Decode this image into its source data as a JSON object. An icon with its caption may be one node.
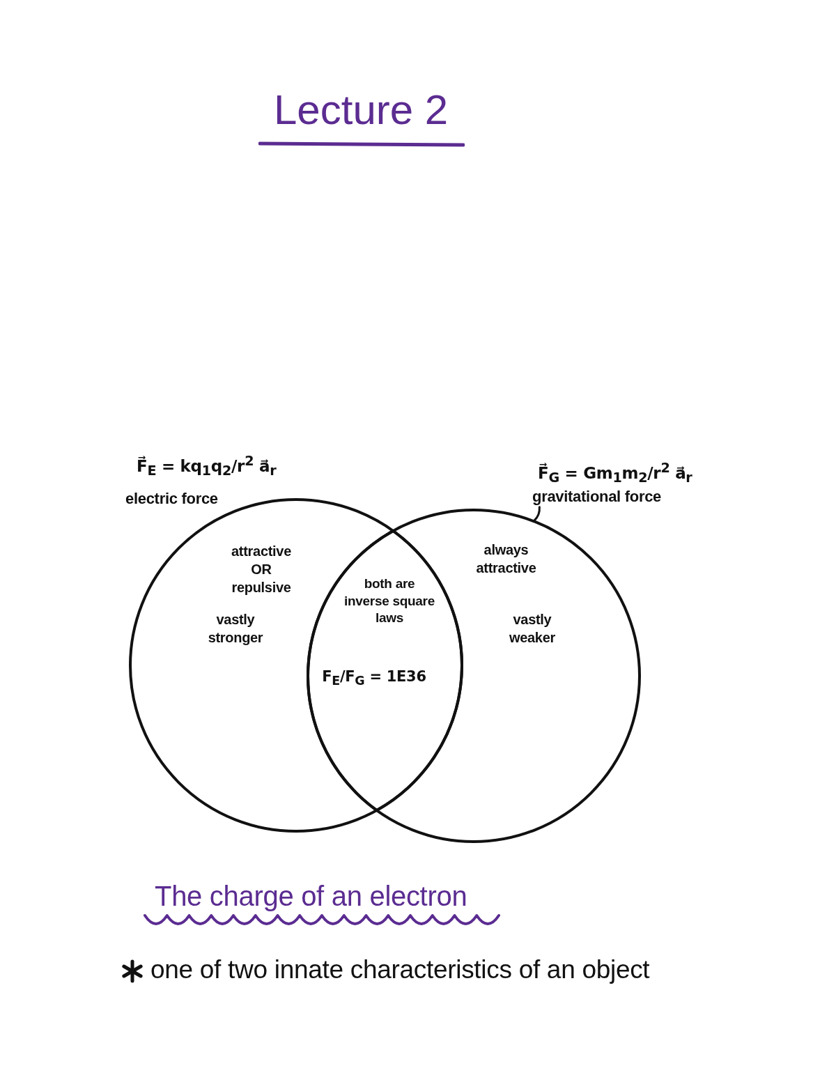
{
  "diagram": {
    "title": "Lecture 2",
    "nodes": [
      {
        "text": [
          "attractive OR repulsive",
          "vastly stronger"
        ],
        "beside": [
          "F⃗$_{E}$ = kq$_{1}$q$_{2}$/r$^{2}$ a⃗$_{r}$",
          "electric force"
        ]
      },
      {
        "text": [
          "F⃗$_{G}$ = Gm$_{1}$m$_{2}$/r$^{2}$ a⃗$_{r}$",
          "gravitational force"
        ]
      },
      {
        "text": [
          "both are inverse square laws",
          "F$_{E}$/F$_{G}$ = 1E36"
        ]
      },
      {
        "text": [
          "always attractive",
          "vastly weaker"
        ]
      }
    ],
    "edges": [
      {
        "from": 1,
        "to": 3,
        "arrow": "none"
      }
    ],
    "labels": [
      "The charge of an electron",
      "one of two innate characteristics of an object"
    ]
  }
}
